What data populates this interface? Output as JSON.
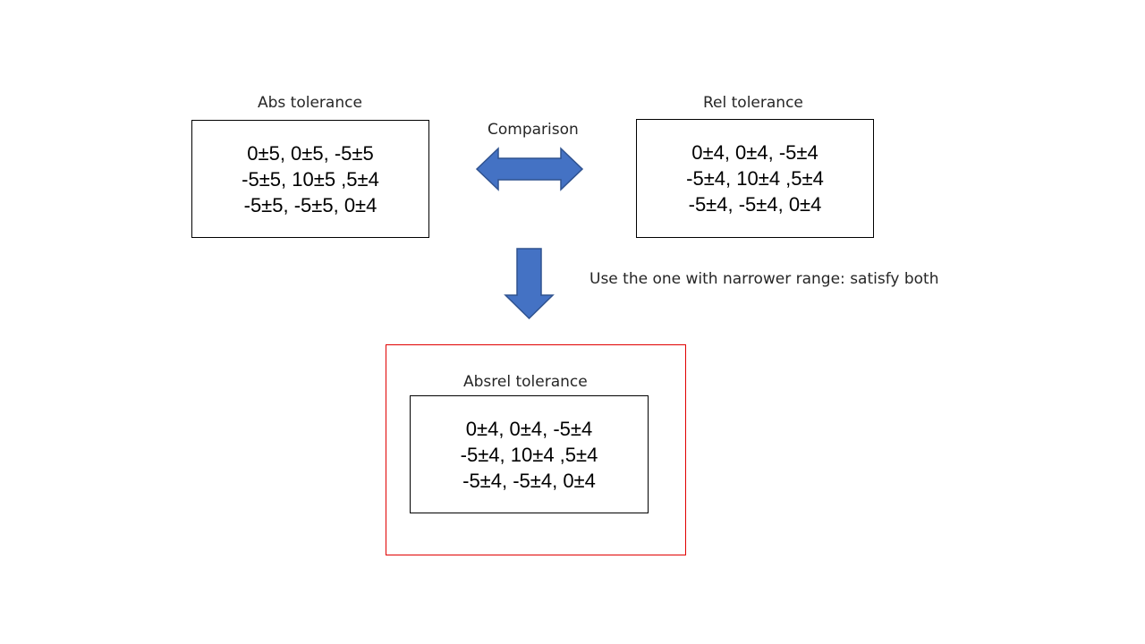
{
  "colors": {
    "arrow_fill": "#4472C4",
    "arrow_stroke": "#2F528F",
    "highlight_border": "#E00000",
    "box_border": "#000000"
  },
  "abs": {
    "title": "Abs tolerance",
    "lines": [
      "0±5, 0±5, -5±5",
      "-5±5, 10±5 ,5±4",
      "-5±5, -5±5, 0±4"
    ]
  },
  "rel": {
    "title": "Rel tolerance",
    "lines": [
      "0±4, 0±4, -5±4",
      "-5±4, 10±4 ,5±4",
      "-5±4, -5±4, 0±4"
    ]
  },
  "comparison": {
    "label": "Comparison",
    "icon": "double-arrow-icon"
  },
  "decision": {
    "label": "Use the one with narrower range: satisfy both",
    "icon": "down-arrow-icon"
  },
  "absrel": {
    "title": "Absrel tolerance",
    "lines": [
      "0±4, 0±4, -5±4",
      "-5±4, 10±4 ,5±4",
      "-5±4, -5±4, 0±4"
    ]
  }
}
